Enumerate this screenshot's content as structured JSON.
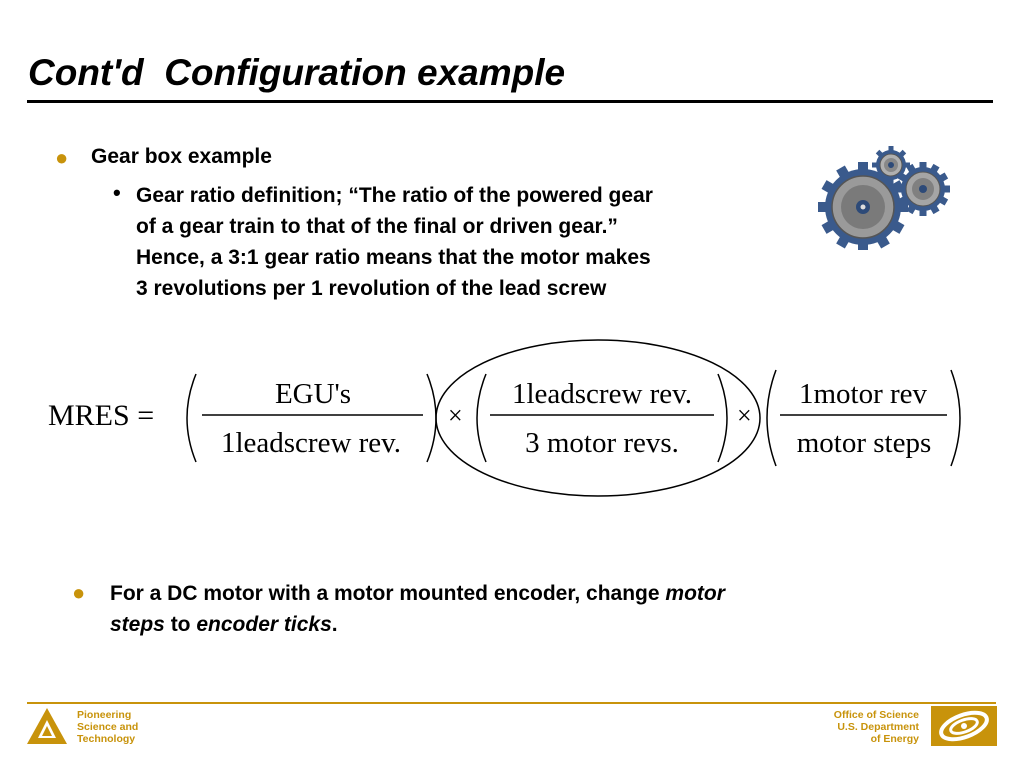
{
  "title": "Cont'd  Configuration example",
  "bullets": {
    "level1_text": "Gear box example",
    "level2_lines": [
      "Gear ratio definition; “The ratio of the powered gear",
      "of a gear train to that of the final or driven gear.”",
      "Hence, a 3:1 gear ratio means that the motor makes",
      "3 revolutions per 1 revolution of the lead screw"
    ],
    "bottom": {
      "part1": "For a DC motor with a motor mounted encoder, change ",
      "em1": "motor",
      "em1b": "steps",
      "part2": " to ",
      "em2": "encoder ticks",
      "part3": "."
    }
  },
  "equation": {
    "lhs": "MRES =",
    "frac1_num": "EGU's",
    "frac1_den": "1leadscrew rev.",
    "times": "×",
    "frac2_num": "1leadscrew rev.",
    "frac2_den": "3 motor revs.",
    "frac3_num": "1motor rev",
    "frac3_den": "motor steps"
  },
  "footer": {
    "left": [
      "Pioneering",
      "Science and",
      "Technology"
    ],
    "right": [
      "Office of Science",
      "U.S. Department",
      "of Energy"
    ]
  },
  "colors": {
    "accent": "#C8930B",
    "text": "#000000",
    "gear": "#3A5A8C"
  },
  "icons": {
    "gears": "gears-clipart-icon",
    "anl_logo": "argonne-logo-icon",
    "doe_logo": "doe-logo-icon"
  }
}
